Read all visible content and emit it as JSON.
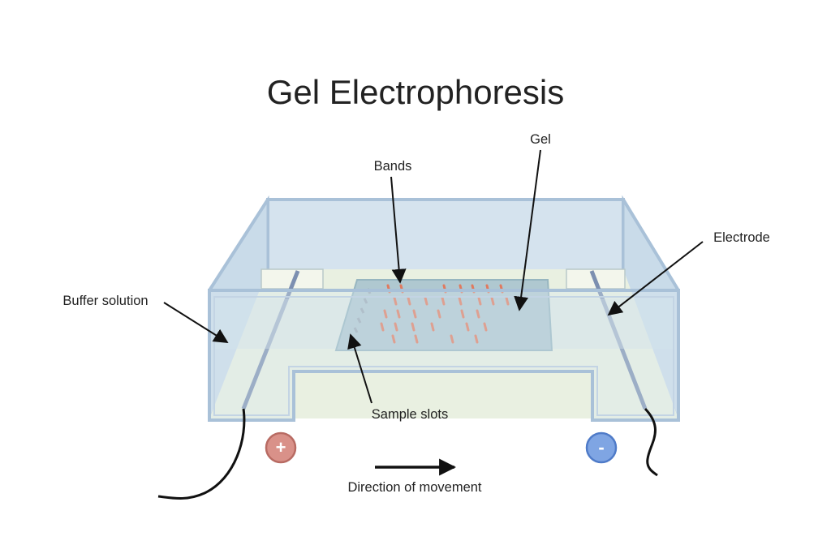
{
  "title": "Gel Electrophoresis",
  "labels": {
    "gel": "Gel",
    "bands": "Bands",
    "electrode": "Electrode",
    "buffer_solution": "Buffer solution",
    "sample_slots": "Sample slots",
    "direction": "Direction of movement"
  },
  "terminals": {
    "positive": "+",
    "negative": "-"
  },
  "colors": {
    "tank_outline": "#a9c1d8",
    "tank_fill": "#dbe7f1",
    "buffer": "#e9f0e1",
    "gel": "#a9c4cf",
    "bands": "#e07a5f",
    "electrode": "#7c8fb0",
    "positive_terminal": "#d99189",
    "negative_terminal": "#7fa5e3"
  }
}
